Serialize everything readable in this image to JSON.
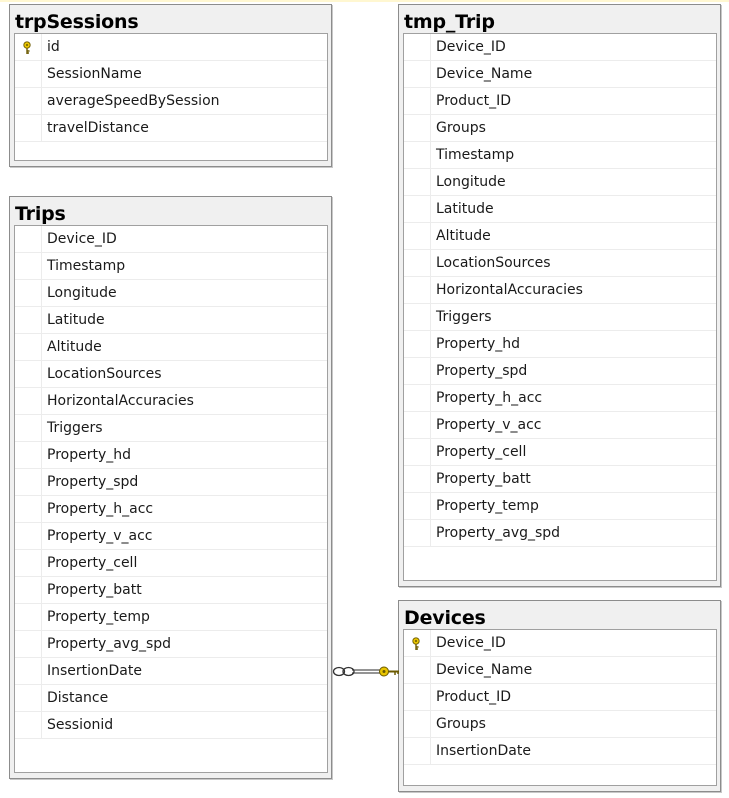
{
  "tables": {
    "trpSessions": {
      "title": "trpSessions",
      "columns": [
        {
          "name": "id",
          "pk": true
        },
        {
          "name": "SessionName",
          "pk": false
        },
        {
          "name": "averageSpeedBySession",
          "pk": false
        },
        {
          "name": "travelDistance",
          "pk": false
        }
      ]
    },
    "tmp_Trip": {
      "title": "tmp_Trip",
      "columns": [
        {
          "name": "Device_ID",
          "pk": false
        },
        {
          "name": "Device_Name",
          "pk": false
        },
        {
          "name": "Product_ID",
          "pk": false
        },
        {
          "name": "Groups",
          "pk": false
        },
        {
          "name": "Timestamp",
          "pk": false
        },
        {
          "name": "Longitude",
          "pk": false
        },
        {
          "name": "Latitude",
          "pk": false
        },
        {
          "name": "Altitude",
          "pk": false
        },
        {
          "name": "LocationSources",
          "pk": false
        },
        {
          "name": "HorizontalAccuracies",
          "pk": false
        },
        {
          "name": "Triggers",
          "pk": false
        },
        {
          "name": "Property_hd",
          "pk": false
        },
        {
          "name": "Property_spd",
          "pk": false
        },
        {
          "name": "Property_h_acc",
          "pk": false
        },
        {
          "name": "Property_v_acc",
          "pk": false
        },
        {
          "name": "Property_cell",
          "pk": false
        },
        {
          "name": "Property_batt",
          "pk": false
        },
        {
          "name": "Property_temp",
          "pk": false
        },
        {
          "name": "Property_avg_spd",
          "pk": false
        }
      ]
    },
    "Trips": {
      "title": "Trips",
      "columns": [
        {
          "name": "Device_ID",
          "pk": false
        },
        {
          "name": "Timestamp",
          "pk": false
        },
        {
          "name": "Longitude",
          "pk": false
        },
        {
          "name": "Latitude",
          "pk": false
        },
        {
          "name": "Altitude",
          "pk": false
        },
        {
          "name": "LocationSources",
          "pk": false
        },
        {
          "name": "HorizontalAccuracies",
          "pk": false
        },
        {
          "name": "Triggers",
          "pk": false
        },
        {
          "name": "Property_hd",
          "pk": false
        },
        {
          "name": "Property_spd",
          "pk": false
        },
        {
          "name": "Property_h_acc",
          "pk": false
        },
        {
          "name": "Property_v_acc",
          "pk": false
        },
        {
          "name": "Property_cell",
          "pk": false
        },
        {
          "name": "Property_batt",
          "pk": false
        },
        {
          "name": "Property_temp",
          "pk": false
        },
        {
          "name": "Property_avg_spd",
          "pk": false
        },
        {
          "name": "InsertionDate",
          "pk": false
        },
        {
          "name": "Distance",
          "pk": false
        },
        {
          "name": "Sessionid",
          "pk": false
        }
      ]
    },
    "Devices": {
      "title": "Devices",
      "columns": [
        {
          "name": "Device_ID",
          "pk": true
        },
        {
          "name": "Device_Name",
          "pk": false
        },
        {
          "name": "Product_ID",
          "pk": false
        },
        {
          "name": "Groups",
          "pk": false
        },
        {
          "name": "InsertionDate",
          "pk": false
        }
      ]
    }
  },
  "relationships": [
    {
      "from": "Trips",
      "to": "Devices",
      "from_end": "many",
      "to_end": "one",
      "to_end_icon": "key-icon"
    }
  ],
  "colors": {
    "key_icon": "#e8c400",
    "relationship_line": "#555555",
    "table_header_bg": "#f0f0f0",
    "table_border": "#8c8c8c"
  }
}
